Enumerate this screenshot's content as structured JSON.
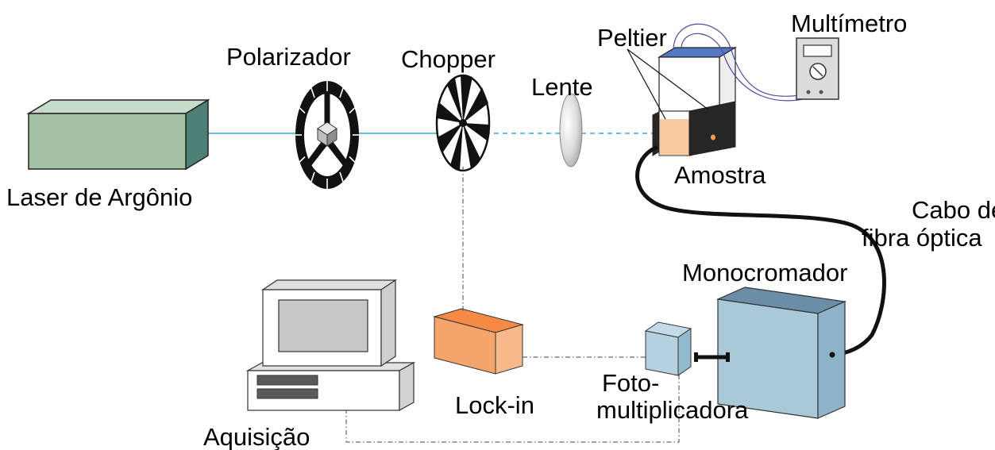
{
  "labels": {
    "laser": "Laser de Argônio",
    "polarizer": "Polarizador",
    "chopper": "Chopper",
    "lens": "Lente",
    "peltier": "Peltier",
    "multimeter": "Multímetro",
    "sample": "Amostra",
    "fiber_line1": "Cabo de",
    "fiber_line2": "fibra óptica",
    "monochromator": "Monocromador",
    "lockin": "Lock-in",
    "photomult_line1": "Foto-",
    "photomult_line2": "multiplicadora",
    "acquisition": "Aquisição"
  },
  "colors": {
    "laser_beam": "#39a7d8",
    "laser_front": "#a3c2a5",
    "laser_top": "#c6dcc8",
    "laser_side": "#4e7f77",
    "lockin_front": "#f5a56b",
    "lockin_top": "#f58a45",
    "monochromator_front": "#a9c8d8",
    "monochromator_top": "#6a8da8",
    "sample_liquid": "#f8c89e",
    "peltier_top": "#5578c2",
    "peltier_black": "#262626",
    "screen": "#c8c8c8",
    "multimeter_wires": "#4a4e9f"
  }
}
